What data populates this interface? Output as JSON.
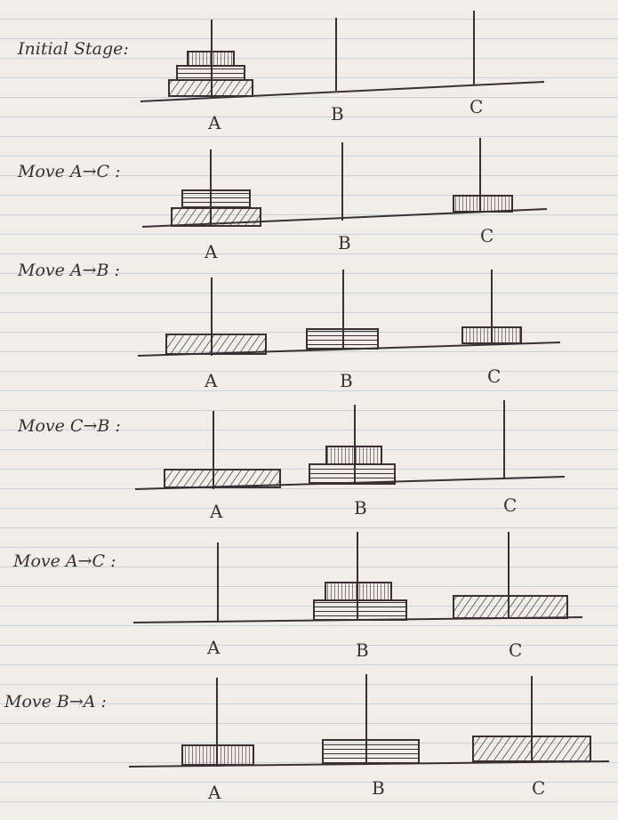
{
  "steps": [
    {
      "label": "Initial Stage:"
    },
    {
      "label": "Move A→C :"
    },
    {
      "label": "Move A→B :"
    },
    {
      "label": "Move C→B :"
    },
    {
      "label": "Move A→C :"
    },
    {
      "label": "Move B→A :"
    }
  ],
  "pegs": [
    "A",
    "B",
    "C"
  ],
  "colors": {
    "ink": "#3a3034",
    "paper": "#f1eee9",
    "rule": "#c9d3dc"
  }
}
